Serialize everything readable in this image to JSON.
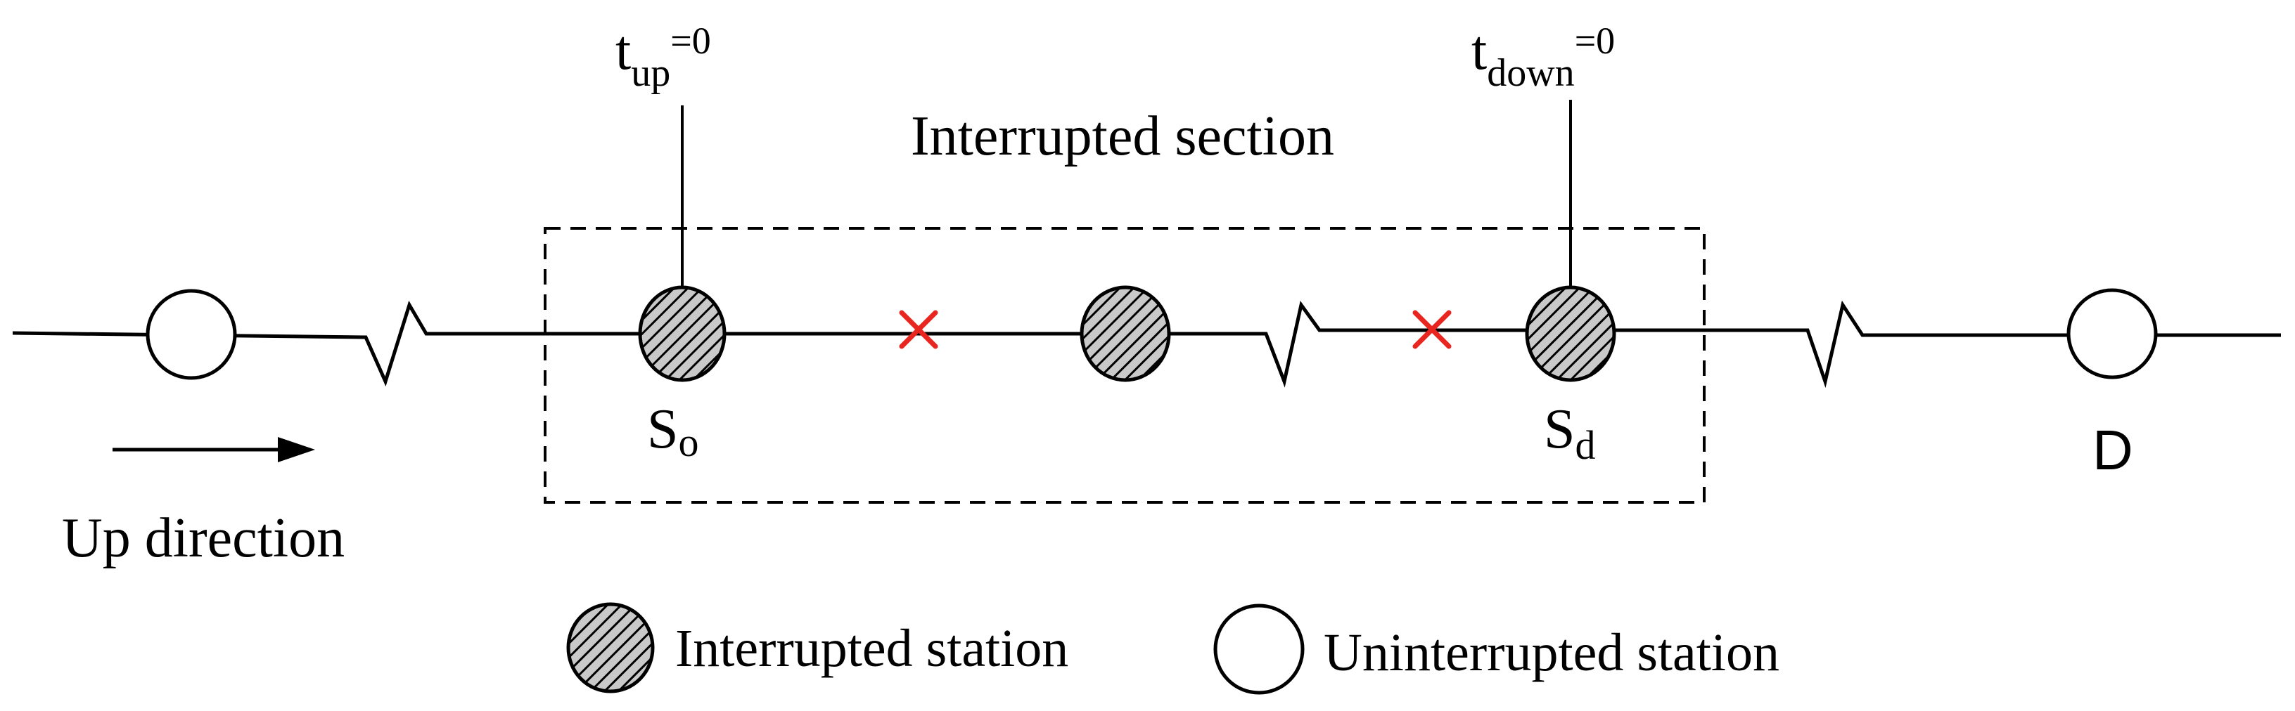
{
  "section_label": "Interrupted section",
  "time_markers": {
    "up": {
      "base": "t",
      "sub": "up",
      "suffix": "=0"
    },
    "down": {
      "base": "t",
      "sub": "down",
      "suffix": "=0"
    }
  },
  "stations": {
    "origin": {
      "base": "S",
      "sub": "o",
      "status": "interrupted"
    },
    "middle": {
      "status": "interrupted"
    },
    "destination": {
      "base": "S",
      "sub": "d",
      "status": "interrupted"
    },
    "left": {
      "status": "uninterrupted"
    },
    "right": {
      "label": "D",
      "status": "uninterrupted"
    }
  },
  "direction": {
    "label": "Up direction"
  },
  "legend": {
    "interrupted": "Interrupted station",
    "uninterrupted": "Uninterrupted station"
  },
  "interruptions": {
    "marker": "×",
    "count": 2
  },
  "colors": {
    "line": "#000000",
    "interruption_marker": "#e8251f",
    "uninterrupted_fill": "#ffffff",
    "interrupted_hatch": "#000000",
    "interrupted_background": "#c9c9c9"
  }
}
